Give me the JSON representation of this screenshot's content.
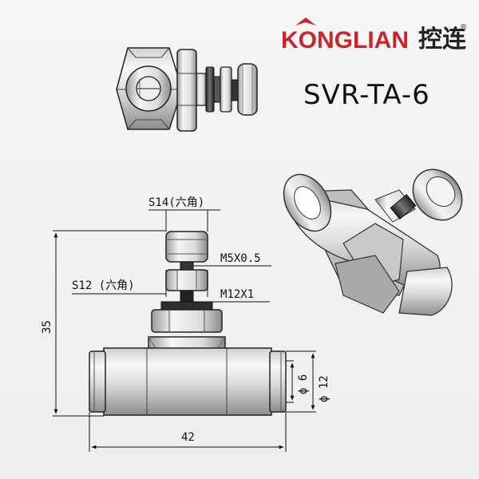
{
  "brand": {
    "name": "KONGLIAN",
    "cn_name": "控连",
    "registered_mark": "®",
    "color_red": "#c8262c",
    "color_dark": "#222222"
  },
  "model": {
    "code": "SVR-TA-6"
  },
  "dimensions": {
    "hex_top": "S14(六角)",
    "thread_small": "M5X0.5",
    "hex_mid": "S12 (六角)",
    "thread_large": "M12X1",
    "height": "35",
    "width": "42",
    "tube_od": "ϕ 6",
    "port_od": "ϕ 12"
  }
}
